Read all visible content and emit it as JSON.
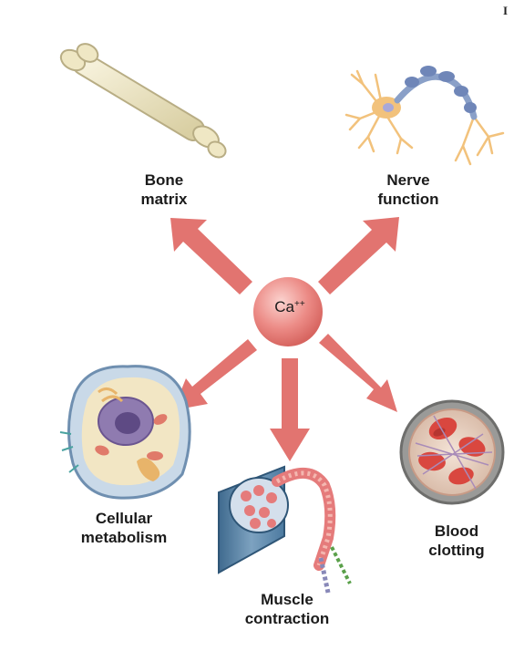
{
  "corner_mark": "I",
  "center": {
    "label": "Ca",
    "charge": "++"
  },
  "labels": {
    "bone": [
      "Bone",
      "matrix"
    ],
    "nerve": [
      "Nerve",
      "function"
    ],
    "cell": [
      "Cellular",
      "metabolism"
    ],
    "muscle": [
      "Muscle",
      "contraction"
    ],
    "blood": [
      "Blood",
      "clotting"
    ]
  },
  "colors": {
    "arrow": "#e27470",
    "ion": "#e88a86",
    "bone": "#efe7c4",
    "nerve": "#f2c27c",
    "blood_cell": "#d9473f"
  }
}
